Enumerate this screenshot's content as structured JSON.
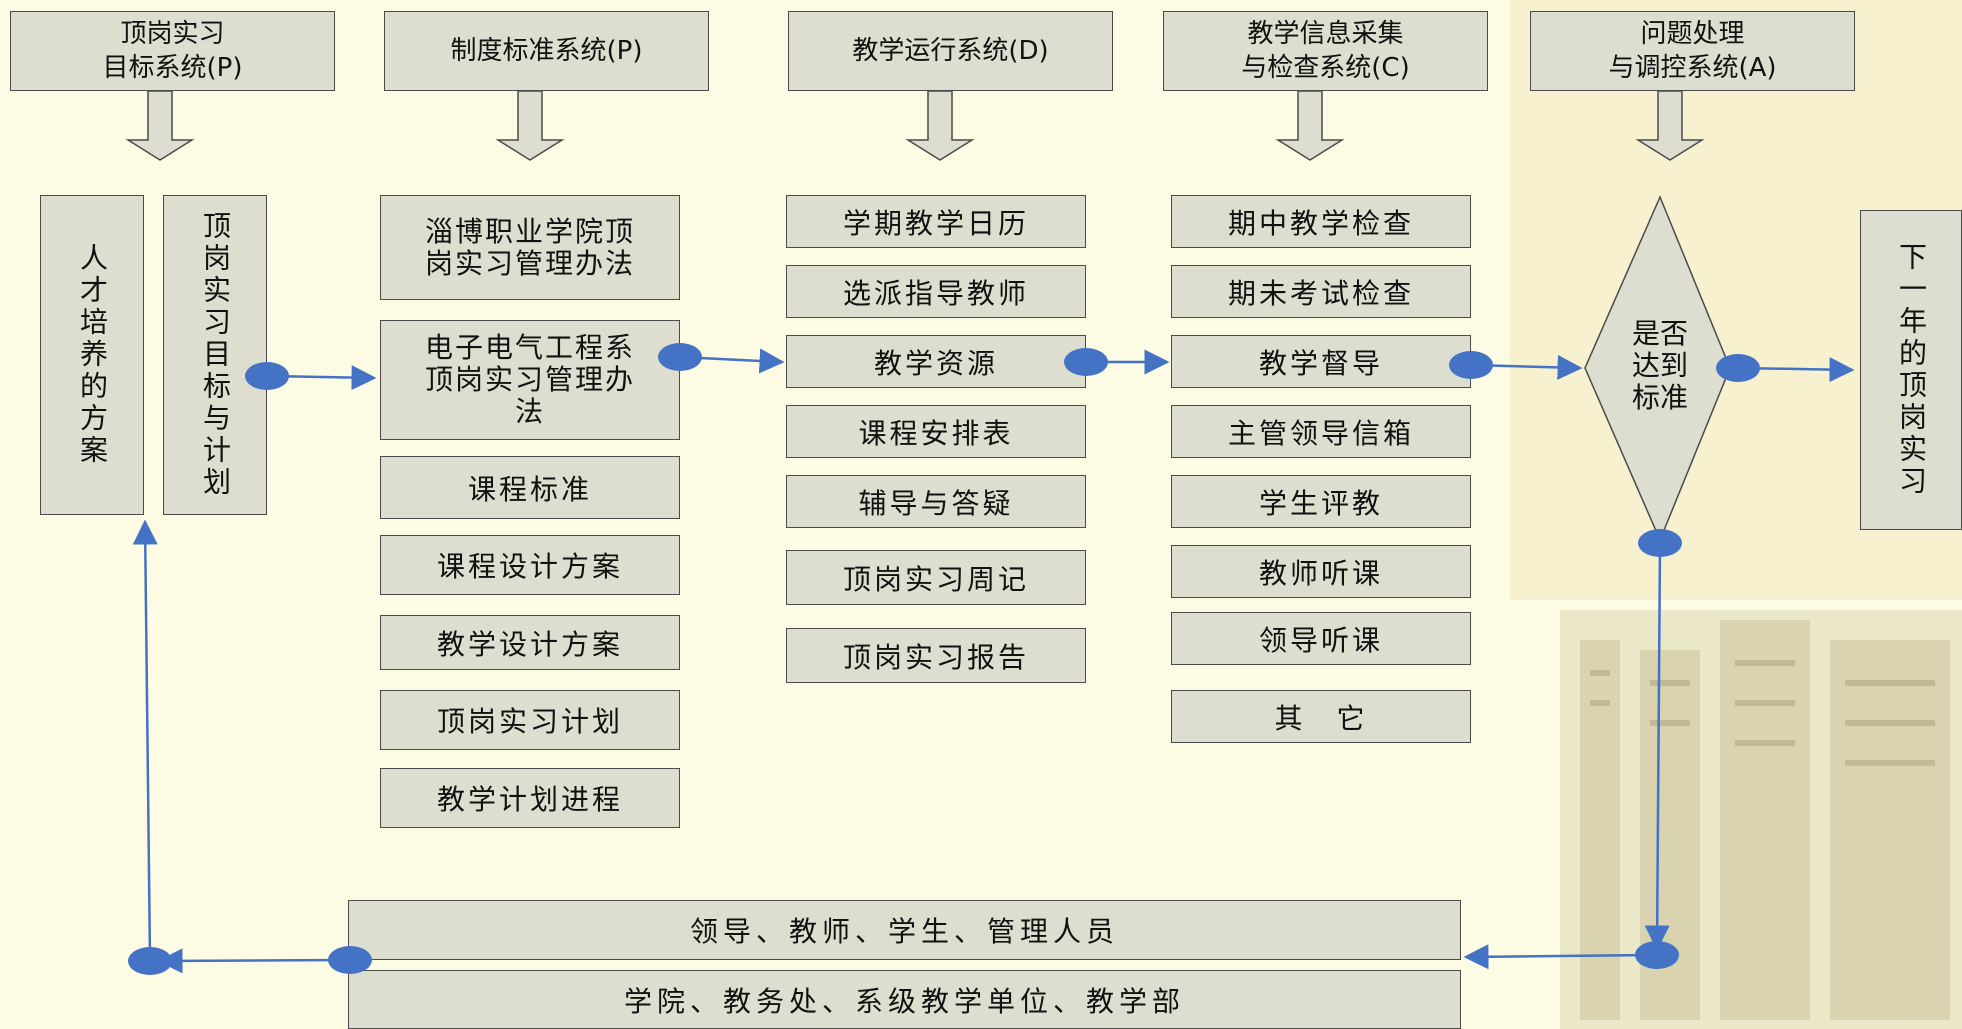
{
  "headers": [
    {
      "id": "p1",
      "text": "顶岗实习\n目标系统(P)"
    },
    {
      "id": "p2",
      "text": "制度标准系统(P)"
    },
    {
      "id": "d",
      "text": "教学运行系统(D)"
    },
    {
      "id": "c",
      "text": "教学信息采集\n与检查系统(C)"
    },
    {
      "id": "a",
      "text": "问题处理\n与调控系统(A)"
    }
  ],
  "target_system": {
    "talent_plan": "人才培养的方案",
    "goal_plan": "顶岗实习目标与计划"
  },
  "standards": [
    "淄博职业学院顶\n岗实习管理办法",
    "电子电气工程系\n顶岗实习管理办\n法",
    "课程标准",
    "课程设计方案",
    "教学设计方案",
    "顶岗实习计划",
    "教学计划进程"
  ],
  "operation": [
    "学期教学日历",
    "选派指导教师",
    "教学资源",
    "课程安排表",
    "辅导与答疑",
    "顶岗实习周记",
    "顶岗实习报告"
  ],
  "inspection": [
    "期中教学检查",
    "期未考试检查",
    "教学督导",
    "主管领导信箱",
    "学生评教",
    "教师听课",
    "领导听课",
    "其　它"
  ],
  "decision": "是否\n达到\n标准",
  "next_year": "下一年的顶岗实习",
  "bottom_bars": {
    "people": "领导、教师、学生、管理人员",
    "units": "学院、教务处、系级教学单位、教学部"
  },
  "colors": {
    "background": "#fdfbe3",
    "box_fill": "#deded0",
    "connector": "#4472c4"
  }
}
